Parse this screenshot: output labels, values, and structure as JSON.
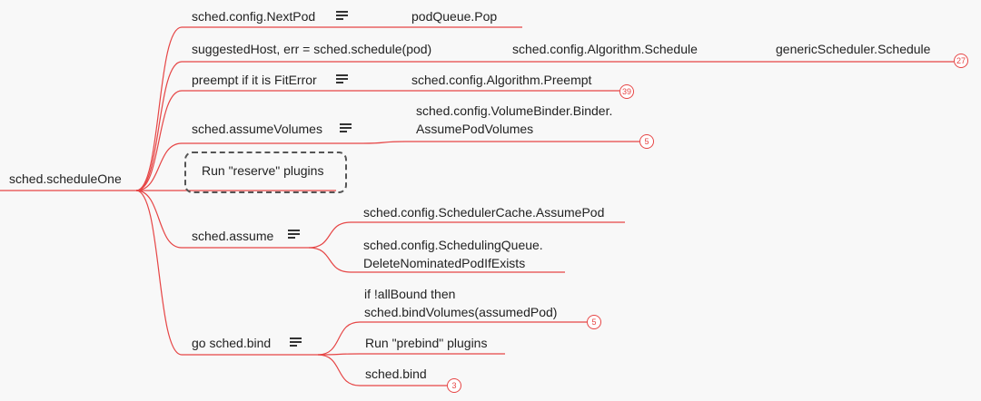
{
  "root": {
    "label": "sched.scheduleOne"
  },
  "branches": [
    {
      "label": "sched.config.NextPod",
      "has_notes": true,
      "children": [
        {
          "lines": [
            "podQueue.Pop"
          ]
        }
      ]
    },
    {
      "label": "suggestedHost, err = sched.schedule(pod)",
      "children": [
        {
          "lines": [
            "sched.config.Algorithm.Schedule"
          ],
          "children": [
            {
              "lines": [
                "genericScheduler.Schedule"
              ],
              "badge": "27"
            }
          ]
        }
      ]
    },
    {
      "label": "preempt if it is FitError",
      "has_notes": true,
      "children": [
        {
          "lines": [
            "sched.config.Algorithm.Preempt"
          ],
          "badge": "39"
        }
      ]
    },
    {
      "label": "sched.assumeVolumes",
      "has_notes": true,
      "children": [
        {
          "lines": [
            "sched.config.VolumeBinder.Binder.",
            "AssumePodVolumes"
          ],
          "badge": "5"
        }
      ]
    },
    {
      "label": "Run \"reserve\" plugins",
      "highlighted": true,
      "children": []
    },
    {
      "label": "sched.assume",
      "has_notes": true,
      "children": [
        {
          "lines": [
            "sched.config.SchedulerCache.AssumePod"
          ]
        },
        {
          "lines": [
            "sched.config.SchedulingQueue.",
            "DeleteNominatedPodIfExists"
          ]
        }
      ]
    },
    {
      "label": "go sched.bind",
      "has_notes": true,
      "children": [
        {
          "lines": [
            "if !allBound then",
            " sched.bindVolumes(assumedPod)"
          ],
          "badge": "5"
        },
        {
          "lines": [
            "Run \"prebind\" plugins"
          ]
        },
        {
          "lines": [
            "sched.bind"
          ],
          "badge": "3"
        }
      ]
    }
  ],
  "colors": {
    "line": "#e64545",
    "text": "#222222",
    "background": "#f8f8f8",
    "highlight_border": "#555555"
  },
  "icons": {
    "notes": "notes-icon",
    "badge": "count-badge"
  }
}
